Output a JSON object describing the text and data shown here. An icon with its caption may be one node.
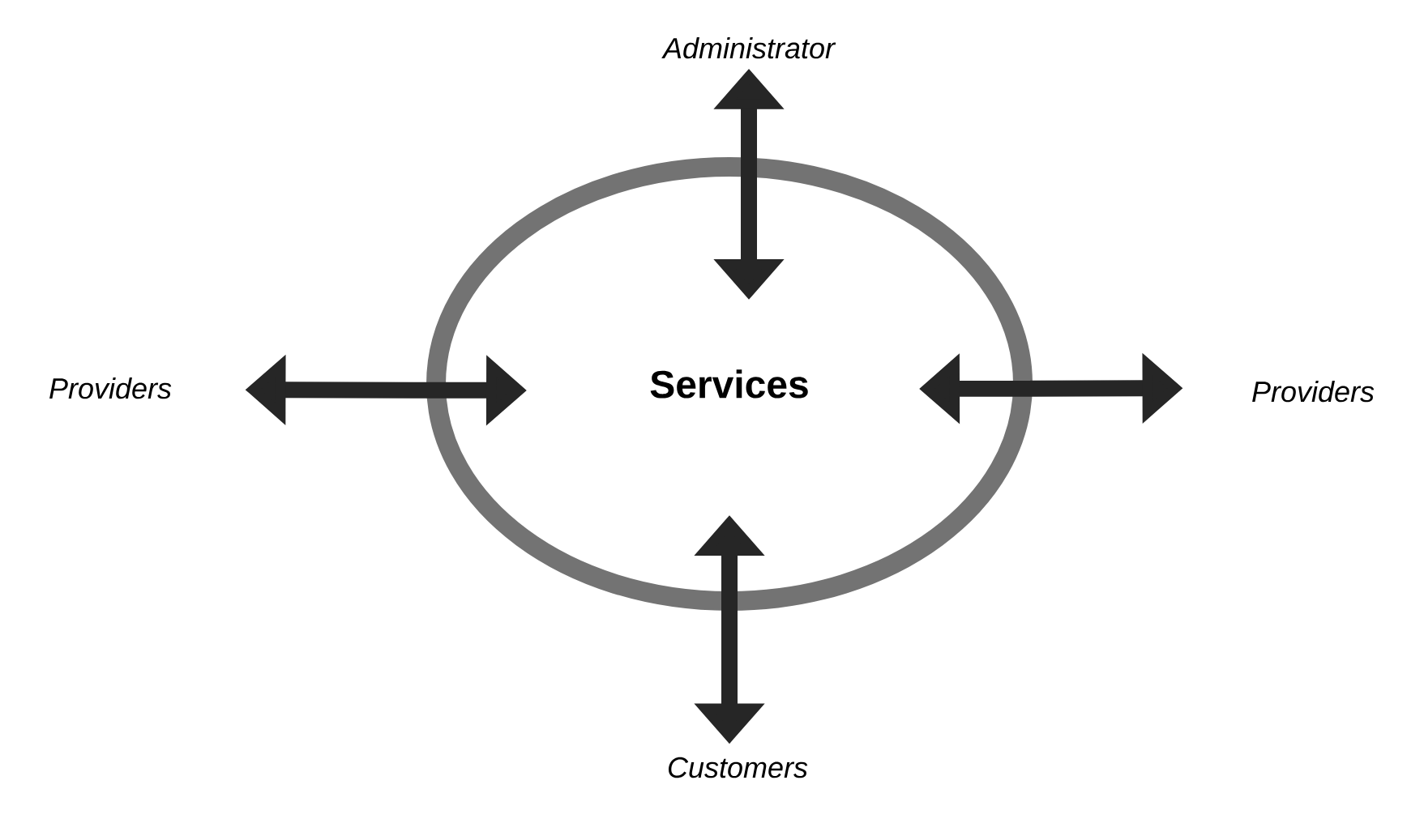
{
  "diagram": {
    "nodes": [
      {
        "text": [
          "Services"
        ]
      },
      {
        "text": [
          "Administrator"
        ]
      },
      {
        "text": [
          "Providers"
        ]
      },
      {
        "text": [
          "Providers"
        ]
      },
      {
        "text": [
          "Customers"
        ]
      }
    ],
    "edges": [
      {
        "from": 1,
        "to": 0,
        "arrow": "both"
      },
      {
        "from": 2,
        "to": 0,
        "arrow": "both"
      },
      {
        "from": 3,
        "to": 0,
        "arrow": "both"
      },
      {
        "from": 4,
        "to": 0,
        "arrow": "both"
      }
    ]
  }
}
